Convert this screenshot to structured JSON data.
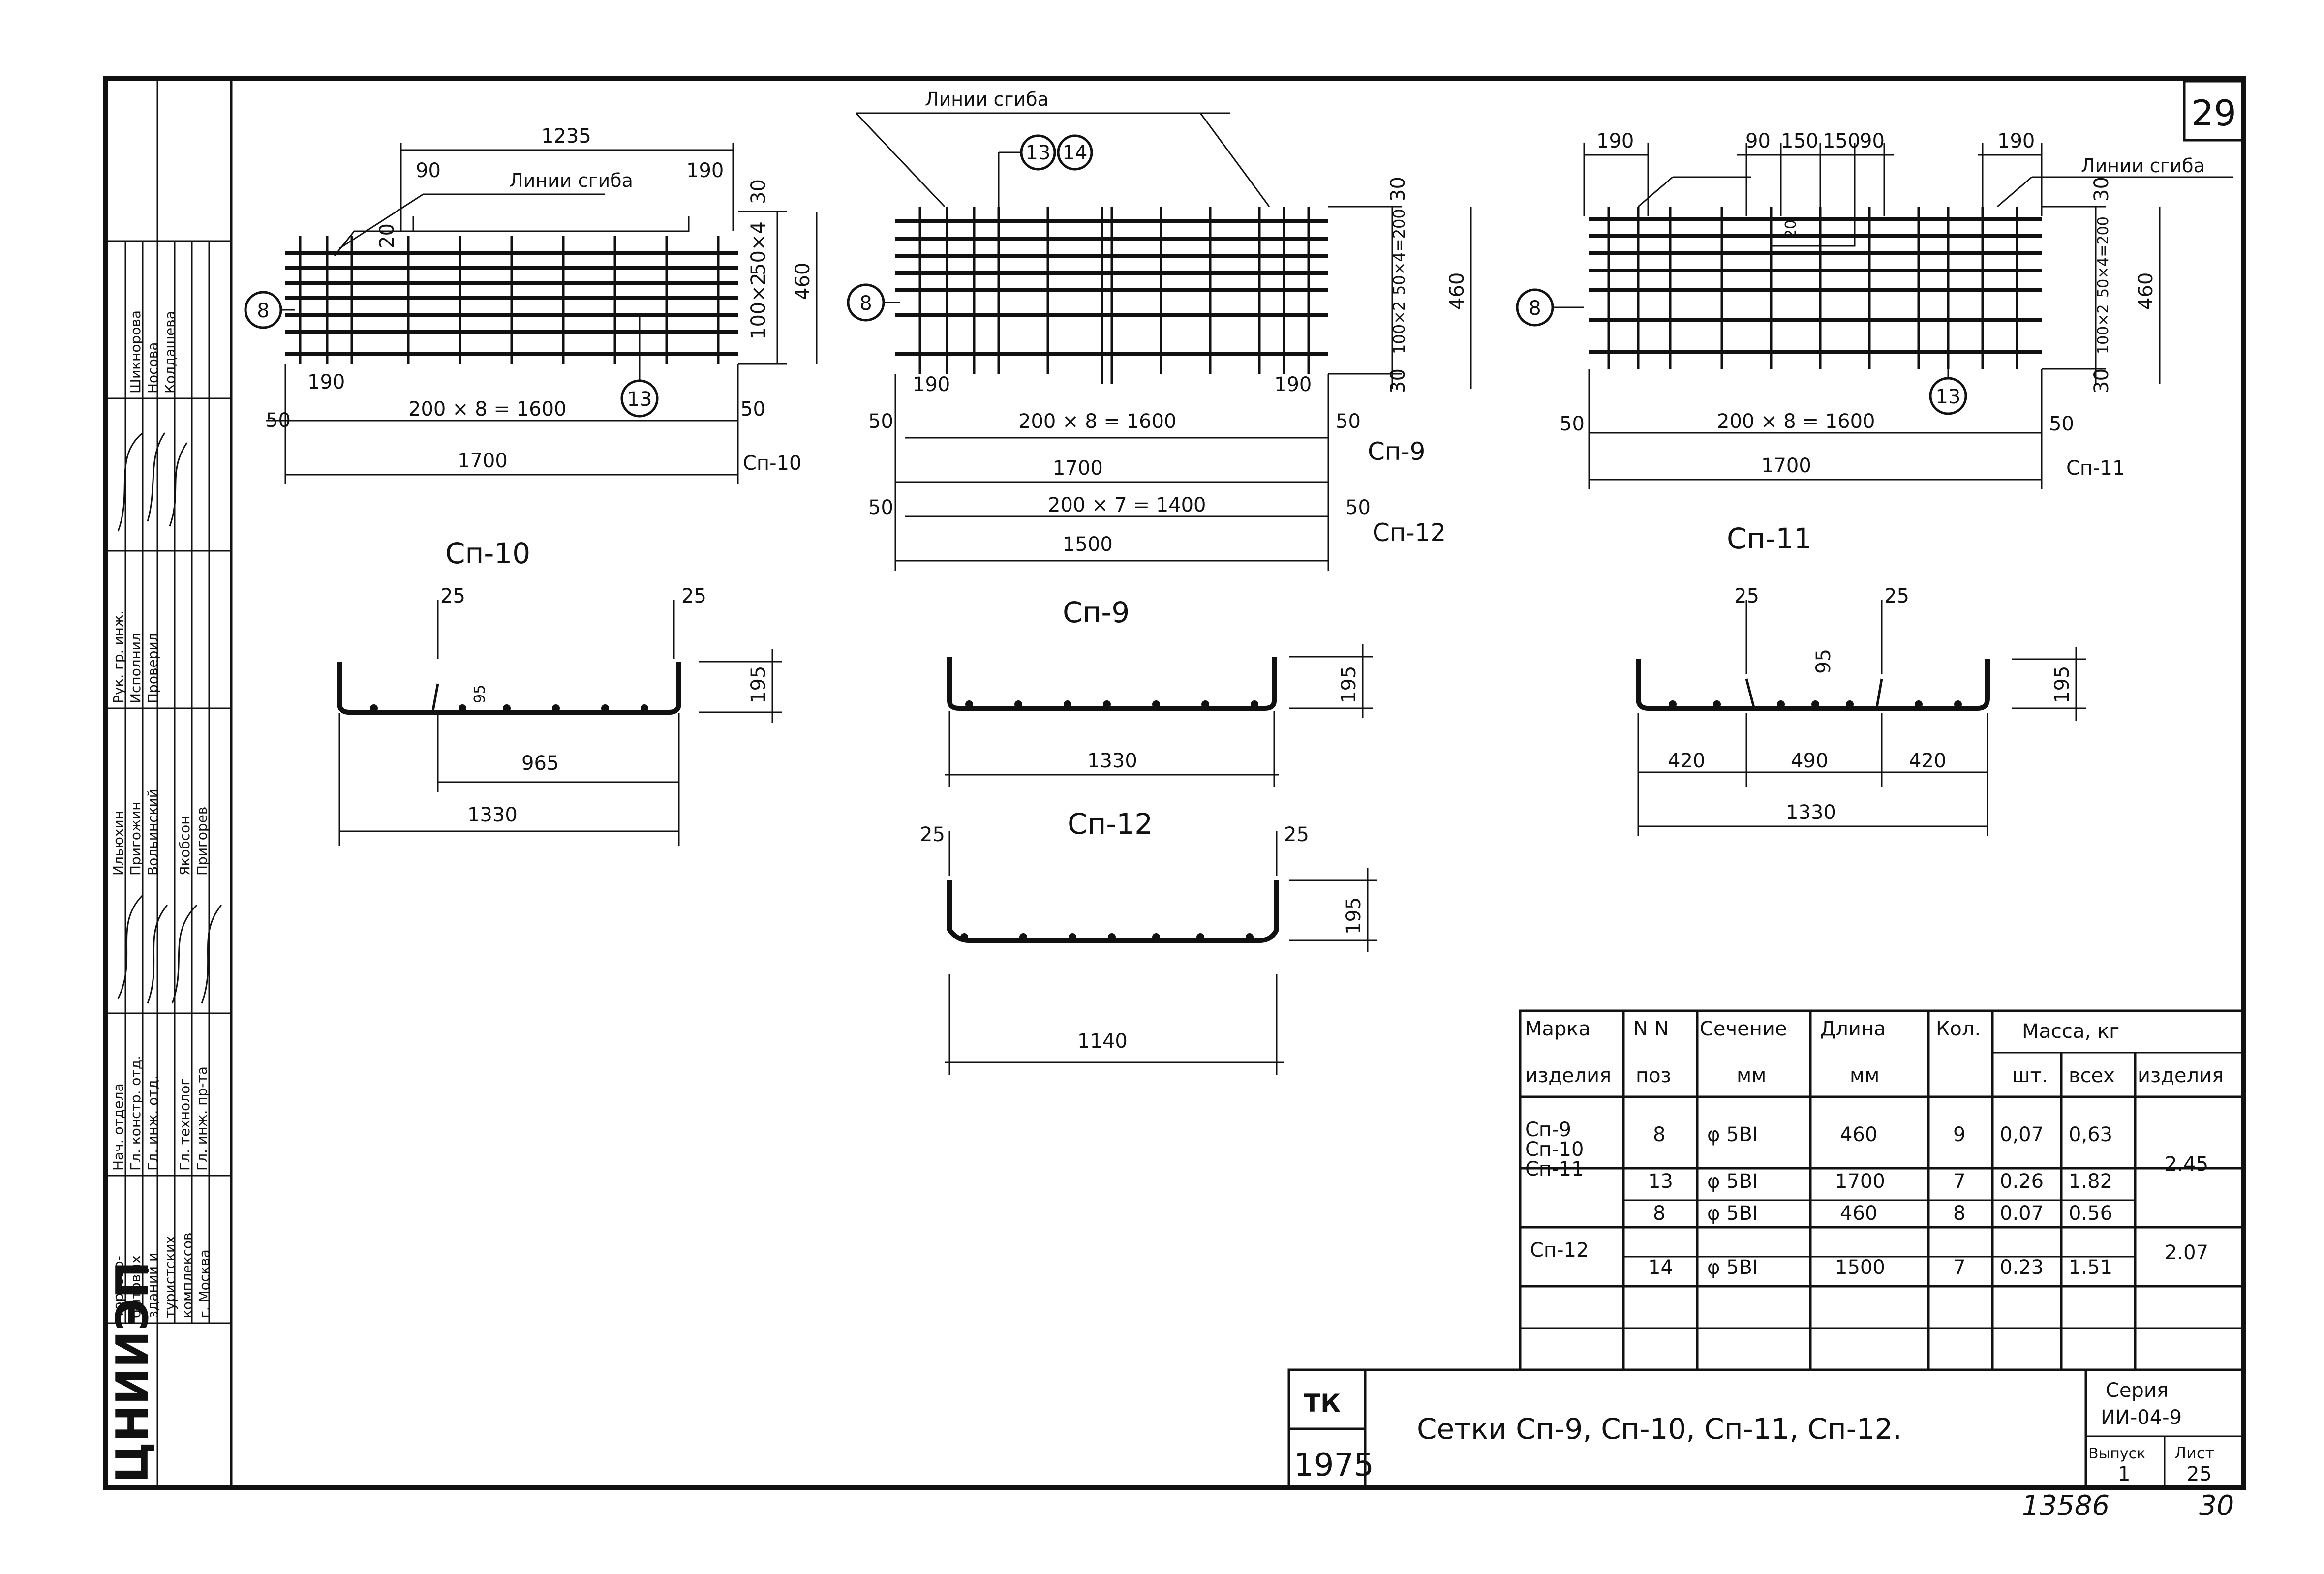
{
  "sheet": {
    "number": "29",
    "handwritten_number": "13586",
    "handwritten_page": "30"
  },
  "drawings": {
    "sp10": {
      "title": "Сп-10",
      "bend_label": "Линии сгиба",
      "dims": {
        "top": "1235",
        "left_offset": "90",
        "right_offset": "190",
        "bend_h": "20",
        "spacing_small": "190",
        "bars": "200 × 8 = 1600",
        "margin_left": "50",
        "margin_right": "50",
        "total": "1700",
        "mark": "Сп-10",
        "v_top": "30",
        "v_mid": "50×4",
        "v_low": "100×2",
        "v_total": "460"
      },
      "pos_a": "8",
      "pos_b": "13",
      "section": {
        "d_left": "25",
        "d_right": "25",
        "h": "195",
        "inner": "95",
        "w_inner": "965",
        "w_total": "1330"
      }
    },
    "sp9": {
      "title": "Сп-9",
      "bend_label": "Линии сгиба",
      "pos_a": "8",
      "pos_b": "13",
      "pos_c": "14",
      "dims": {
        "left": "190",
        "right": "190",
        "bars": "200 × 8 = 1600",
        "m_left": "50",
        "m_right": "50",
        "total": "1700",
        "mark": "Сп-9",
        "bars2": "200 × 7 = 1400",
        "m_left2": "50",
        "m_right2": "50",
        "total2": "1500",
        "mark2": "Сп-12",
        "v_top": "30",
        "v_mid": "50×4=200",
        "v_low": "100×2",
        "v_total": "460",
        "v_bot": "30"
      },
      "section": {
        "h": "195",
        "w_total": "1330"
      }
    },
    "sp12": {
      "title": "Сп-12",
      "section": {
        "d_left": "25",
        "d_right": "25",
        "h": "195",
        "w_total": "1140"
      }
    },
    "sp11": {
      "title": "Сп-11",
      "bend_label": "Линии сгиба",
      "pos_a": "8",
      "pos_b": "13",
      "dims": {
        "left": "190",
        "c1": "90",
        "c2": "150",
        "c3": "150",
        "c4": "90",
        "right": "190",
        "bend_h": "20",
        "bars": "200 × 8 = 1600",
        "m_left": "50",
        "m_right": "50",
        "total": "1700",
        "mark": "Сп-11",
        "v_top": "30",
        "v_mid": "50×4=200",
        "v_low": "100×2",
        "v_total": "460",
        "v_bot": "30"
      },
      "section": {
        "d_left": "25",
        "d_right": "25",
        "h": "195",
        "inner": "95",
        "w_a": "420",
        "w_b": "490",
        "w_c": "420",
        "w_total": "1330"
      }
    }
  },
  "spec_table": {
    "headers": {
      "mark_1": "Марка",
      "mark_2": "изделия",
      "pos_1": "N N",
      "pos_2": "поз",
      "sec_1": "Сечение",
      "sec_2": "мм",
      "len_1": "Длина",
      "len_2": "мм",
      "qty": "Кол.",
      "mass": "Масса, кг",
      "mass_pc": "шт.",
      "mass_all": "всех",
      "mass_item": "изделия"
    },
    "group1": {
      "marks": [
        "Сп-9",
        "Сп-10",
        "Сп-11"
      ],
      "rows": [
        {
          "pos": "8",
          "sec": "φ 5ВI",
          "len": "460",
          "qty": "9",
          "pc": "0,07",
          "all": "0,63"
        },
        {
          "pos": "13",
          "sec": "φ 5ВI",
          "len": "1700",
          "qty": "7",
          "pc": "0.26",
          "all": "1.82"
        }
      ],
      "item_mass": "2.45"
    },
    "group2": {
      "mark": "Сп-12",
      "rows": [
        {
          "pos": "8",
          "sec": "φ 5ВI",
          "len": "460",
          "qty": "8",
          "pc": "0.07",
          "all": "0.56"
        },
        {
          "pos": "14",
          "sec": "φ 5ВI",
          "len": "1500",
          "qty": "7",
          "pc": "0.23",
          "all": "1.51"
        }
      ],
      "item_mass": "2.07"
    }
  },
  "title_block": {
    "tk": "ТК",
    "year": "1975",
    "title": "Сетки   Сп-9, Сп-10, Сп-11, Сп-12.",
    "series_label": "Серия",
    "series": "ИИ-04-9",
    "issue_label": "Выпуск",
    "issue": "1",
    "sheet_label": "Лист",
    "sheet": "25"
  },
  "side_stamp": {
    "org_logo": "ЦНИИЭП",
    "org_text": [
      "торгово-",
      "бытовых",
      "зданий и",
      "туристских",
      "комплексов",
      "г. Москва"
    ],
    "roles": [
      "Нач. отдела",
      "Гл. констр. отд.",
      "Гл. инж. отд.",
      "Гл. технолог",
      "Гл. инж. пр-та"
    ],
    "names_mid": [
      "Ильюхин",
      "Пригожин",
      "Вольинский",
      "Якобсон",
      "Пригорев"
    ],
    "roles2": [
      "Рук. гр. инж.",
      "Исполнил",
      "Проверил"
    ],
    "names_top": [
      "Шикнорова",
      "Носова",
      "Колдашева"
    ]
  }
}
